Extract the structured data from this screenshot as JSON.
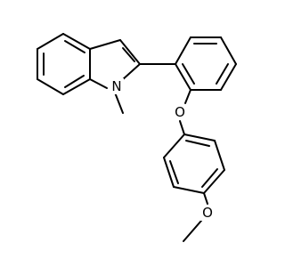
{
  "molecule": {
    "atoms": {
      "nitrogen": "N",
      "ether_oxygen": "O",
      "methoxy_oxygen": "O"
    },
    "colors": {
      "background": "#ffffff",
      "bond": "#000000",
      "label": "#000000"
    }
  }
}
